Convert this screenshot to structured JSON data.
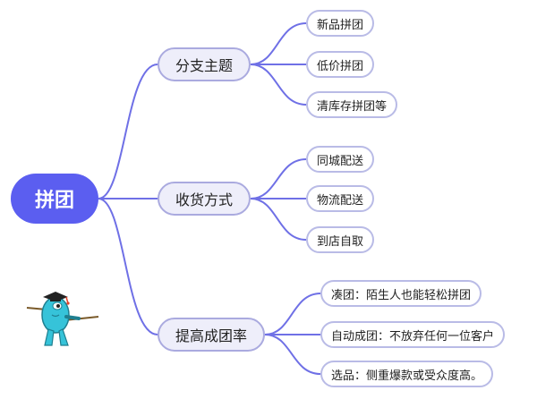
{
  "diagram": {
    "root": {
      "label": "拼团"
    },
    "branches": [
      {
        "label": "分支主题",
        "children": [
          "新品拼团",
          "低价拼团",
          "清库存拼团等"
        ]
      },
      {
        "label": "收货方式",
        "children": [
          "同城配送",
          "物流配送",
          "到店自取"
        ]
      },
      {
        "label": "提高成团率",
        "children": [
          "凑团：陌生人也能轻松拼团",
          "自动成团：不放弃任何一位客户",
          "选品：侧重爆款或受众度高。"
        ]
      }
    ],
    "colors": {
      "accent": "#5b5ef0",
      "line": "#6f70e6",
      "branch_fill": "#eeeefa"
    },
    "decoration": {
      "icon": "mascot-with-mortarboard-icon"
    }
  }
}
